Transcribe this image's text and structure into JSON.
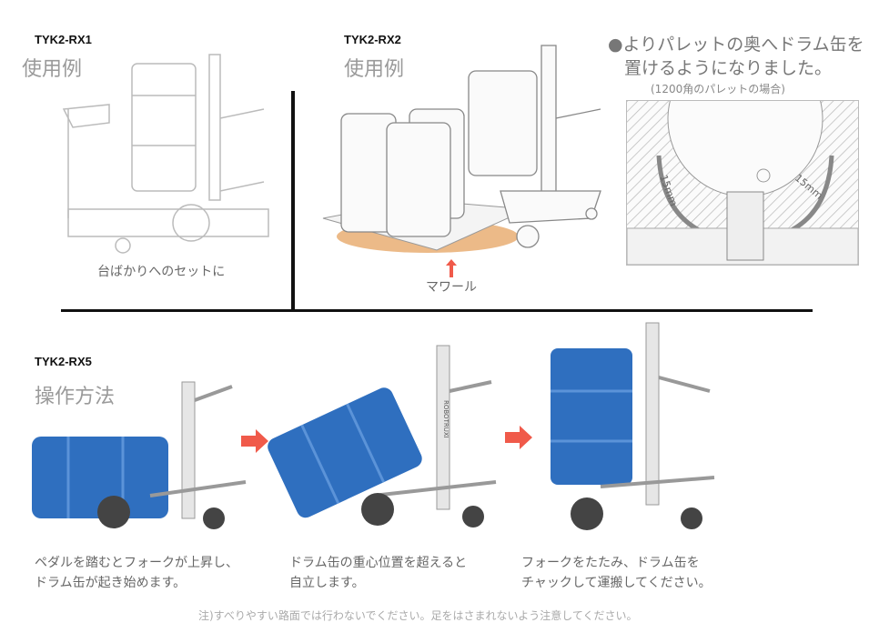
{
  "rx1": {
    "model": "TYK2-RX1",
    "subtitle": "使用例",
    "caption": "台ばかりへのセットに"
  },
  "rx2": {
    "model": "TYK2-RX2",
    "subtitle": "使用例",
    "caption": "マワール"
  },
  "feature": {
    "line1": "●よりパレットの奥へドラム缶を",
    "line2": "置けるようになりました。",
    "line3": "(1200角のパレットの場合)",
    "dim_left": "15mm",
    "dim_right": "15mm"
  },
  "rx5": {
    "model": "TYK2-RX5",
    "subtitle": "操作方法",
    "steps": [
      {
        "line1": "ペダルを踏むとフォークが上昇し、",
        "line2": "ドラム缶が起き始めます。"
      },
      {
        "line1": "ドラム缶の重心位置を超えると",
        "line2": "自立します。"
      },
      {
        "line1": "フォークをたたみ、ドラム缶を",
        "line2": "チャックして運搬してください。"
      }
    ],
    "mast_label": "ROBOTRUXI"
  },
  "note": "注)すべりやすい路面では行わないでください。足をはさまれないよう注意してください。",
  "colors": {
    "drum_blue": "#2f6fbf",
    "arrow_red": "#f05a4a",
    "pallet_orange": "#e7a96a",
    "rule": "#111111"
  }
}
